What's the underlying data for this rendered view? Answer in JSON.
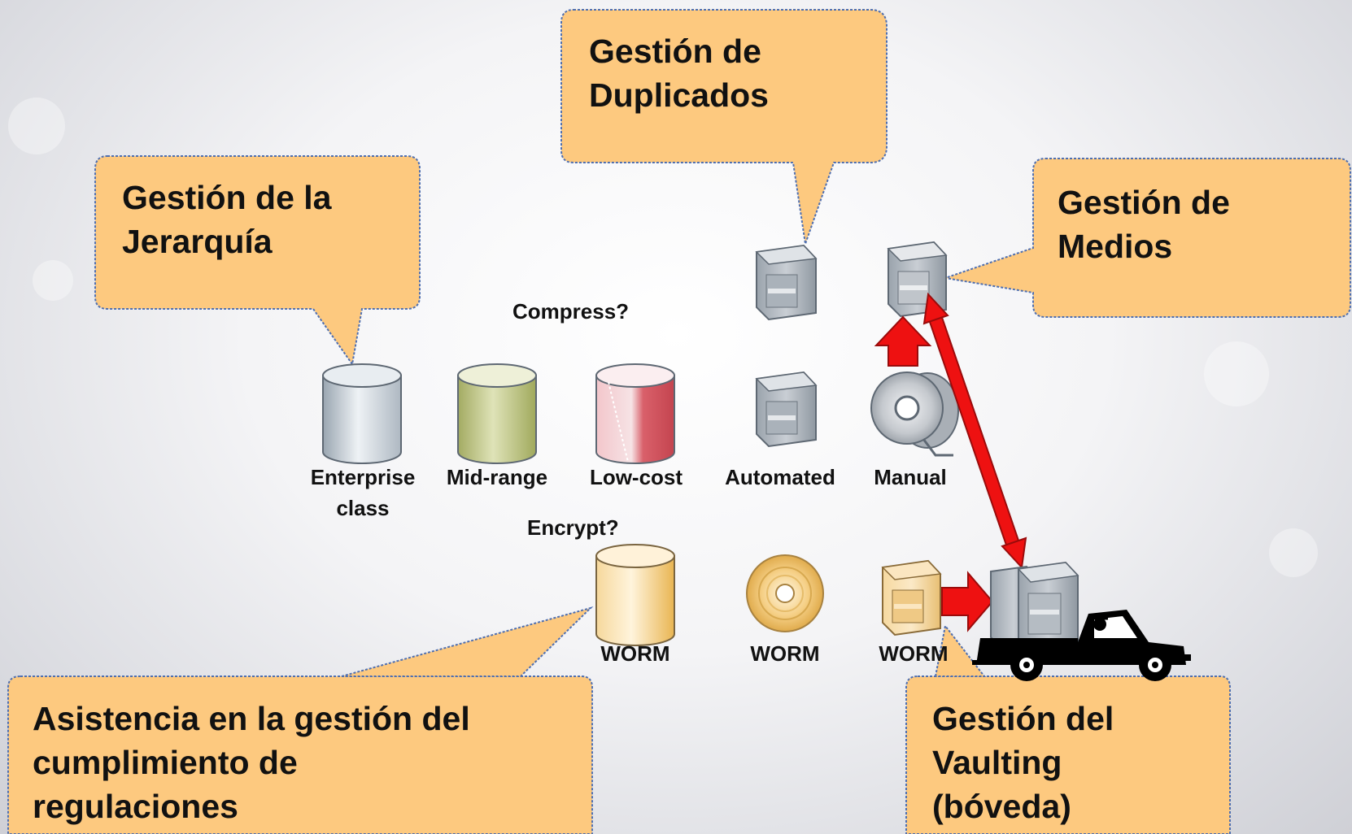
{
  "callouts": {
    "duplicates": [
      "Gestión de",
      "Duplicados"
    ],
    "hierarchy": [
      "Gestión de la",
      "Jerarquía"
    ],
    "media": [
      "Gestión de",
      "Medios"
    ],
    "compliance": [
      "Asistencia en la gestión del",
      "cumplimiento de",
      "regulaciones"
    ],
    "vaulting": [
      "Gestión del",
      "Vaulting",
      "(bóveda)"
    ]
  },
  "labels": {
    "compress": "Compress?",
    "encrypt": "Encrypt?",
    "enterprise_line1": "Enterprise",
    "enterprise_line2": "class",
    "midrange": "Mid-range",
    "lowcost": "Low-cost",
    "automated": "Automated",
    "manual": "Manual",
    "worm_disk": "WORM",
    "worm_optical": "WORM",
    "worm_tape": "WORM"
  },
  "colors": {
    "callout_fill": "#fdc97f",
    "callout_border": "#4f6fb0",
    "arrow_red": "#ee1111",
    "enterprise": "#c9d2da",
    "midrange": "#b9c07c",
    "lowcost": "#d9606a",
    "tape_gray": "#b7bcc3",
    "worm_gold": "#f2c46e"
  }
}
